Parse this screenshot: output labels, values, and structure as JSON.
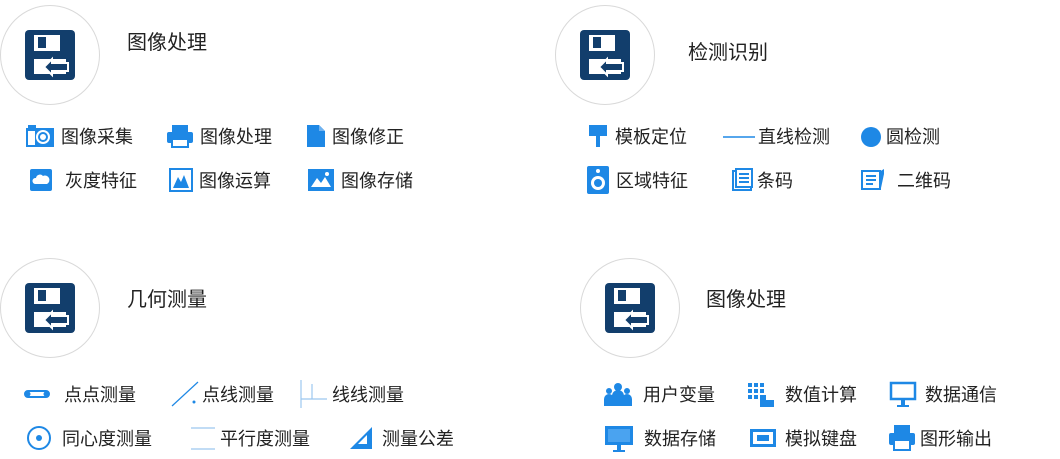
{
  "accent": "#1e88e5",
  "brand_dark": "#123e6c",
  "sections": [
    {
      "title": "图像处理",
      "items": [
        {
          "label": "图像采集",
          "icon": "camera-icon"
        },
        {
          "label": "图像处理",
          "icon": "printer-icon"
        },
        {
          "label": "图像修正",
          "icon": "file-icon"
        },
        {
          "label": "灰度特征",
          "icon": "cloud-icon"
        },
        {
          "label": "图像运算",
          "icon": "mountain-image-icon"
        },
        {
          "label": "图像存储",
          "icon": "picture-icon"
        }
      ]
    },
    {
      "title": "检测识别",
      "items": [
        {
          "label": "模板定位",
          "icon": "pushpin-icon"
        },
        {
          "label": "直线检测",
          "icon": "line-icon"
        },
        {
          "label": "圆检测",
          "icon": "circle-icon"
        },
        {
          "label": "区域特征",
          "icon": "speaker-icon"
        },
        {
          "label": "条码",
          "icon": "document-lines-icon"
        },
        {
          "label": "二维码",
          "icon": "notebook-icon"
        }
      ]
    },
    {
      "title": "几何测量",
      "items": [
        {
          "label": "点点测量",
          "icon": "point-point-icon"
        },
        {
          "label": "点线测量",
          "icon": "point-line-icon"
        },
        {
          "label": "线线测量",
          "icon": "line-line-icon"
        },
        {
          "label": "同心度测量",
          "icon": "concentric-icon"
        },
        {
          "label": "平行度测量",
          "icon": "parallel-icon"
        },
        {
          "label": "测量公差",
          "icon": "set-square-icon"
        }
      ]
    },
    {
      "title": "图像处理",
      "items": [
        {
          "label": "用户变量",
          "icon": "users-icon"
        },
        {
          "label": "数值计算",
          "icon": "calculator-icon"
        },
        {
          "label": "数据通信",
          "icon": "monitor-icon"
        },
        {
          "label": "数据存储",
          "icon": "monitor-filled-icon"
        },
        {
          "label": "模拟键盘",
          "icon": "keyboard-icon"
        },
        {
          "label": "图形输出",
          "icon": "printer-icon"
        }
      ]
    }
  ]
}
